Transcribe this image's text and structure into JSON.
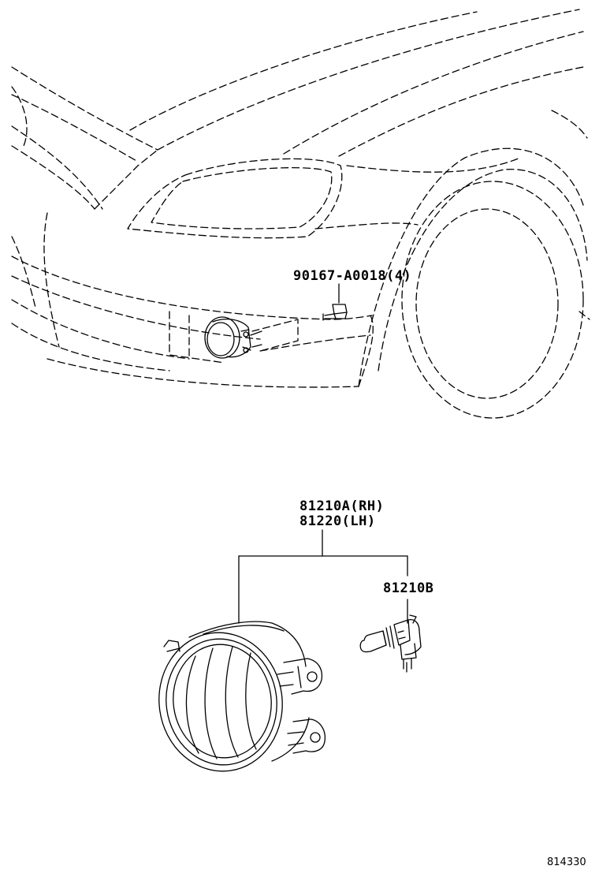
{
  "callouts": {
    "bolt": "90167-A0018(4)",
    "fog_lamp_rh": "81210A(RH)",
    "fog_lamp_lh": "81220(LH)",
    "bulb": "81210B"
  },
  "illustration_id": "814330",
  "colors": {
    "line": "#000000",
    "background": "#ffffff"
  }
}
